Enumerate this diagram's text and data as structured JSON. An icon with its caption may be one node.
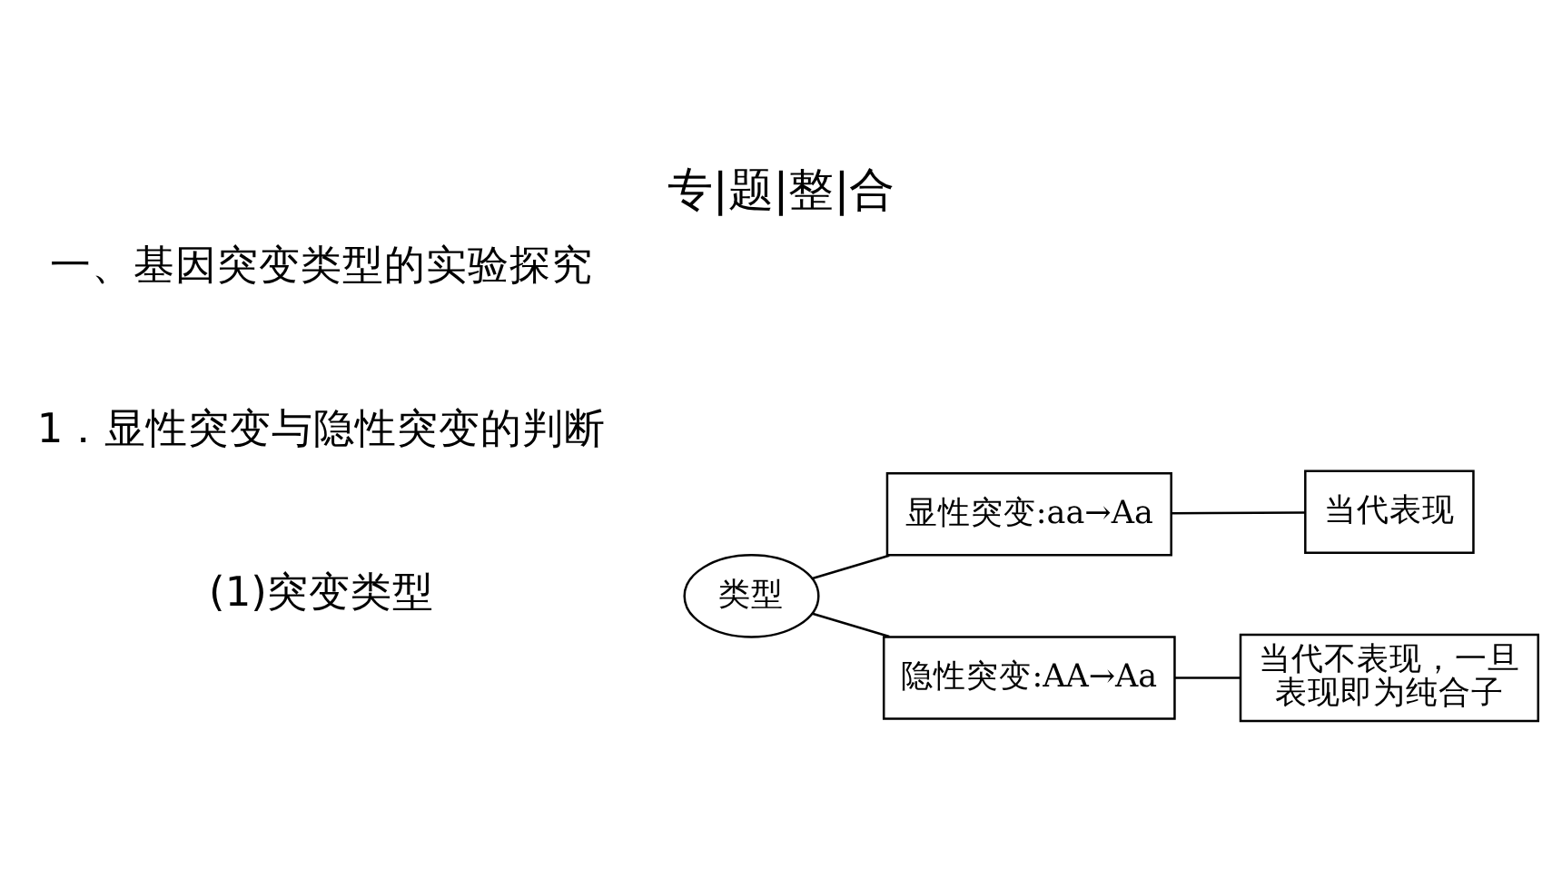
{
  "diagram": {
    "title": "专|题|整|合",
    "nodes": [
      {
        "text": [
          "类型"
        ]
      },
      {
        "text": [
          "显性突变:aa→Aa"
        ]
      },
      {
        "text": [
          "当代表现"
        ]
      },
      {
        "text": [
          "隐性突变:AA→Aa"
        ]
      },
      {
        "text": [
          "当代不表现，一旦表现即为纯合子"
        ]
      }
    ],
    "edges": [
      {
        "from": 0,
        "to": 1,
        "arrow": "none"
      },
      {
        "from": 1,
        "to": 2,
        "arrow": "none"
      },
      {
        "from": 0,
        "to": 3,
        "arrow": "none"
      },
      {
        "from": 3,
        "to": 4,
        "arrow": "none"
      }
    ],
    "labels": [
      "一、基因突变类型的实验探究",
      "1．显性突变与隐性突变的判断",
      "(1)突变类型"
    ]
  }
}
